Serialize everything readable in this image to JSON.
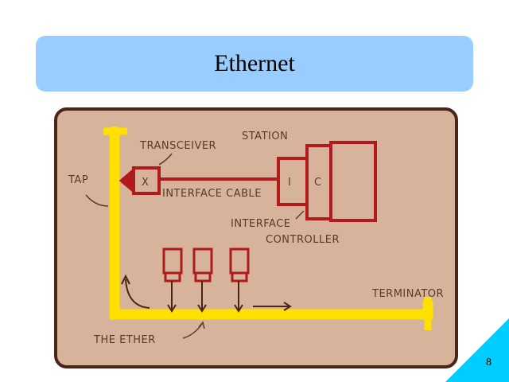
{
  "slide": {
    "title": "Ethernet",
    "page_number": "8"
  },
  "sketch": {
    "labels": {
      "transceiver": "TRANSCEIVER",
      "station": "STATION",
      "tap": "TAP",
      "x_box": "X",
      "interface_cable": "INTERFACE CABLE",
      "i_box": "I",
      "c_box": "C",
      "interface_controller_line1": "INTERFACE",
      "interface_controller_line2": "CONTROLLER",
      "terminator": "TERMINATOR",
      "the_ether": "THE ETHER"
    }
  },
  "colors": {
    "title_bar": "#99ccff",
    "sketch_background": "#d6b39a",
    "sketch_border": "#4a2418",
    "ether_cable": "#ffe000",
    "station_red": "#b01a1a",
    "corner_accent": "#00ccff"
  }
}
